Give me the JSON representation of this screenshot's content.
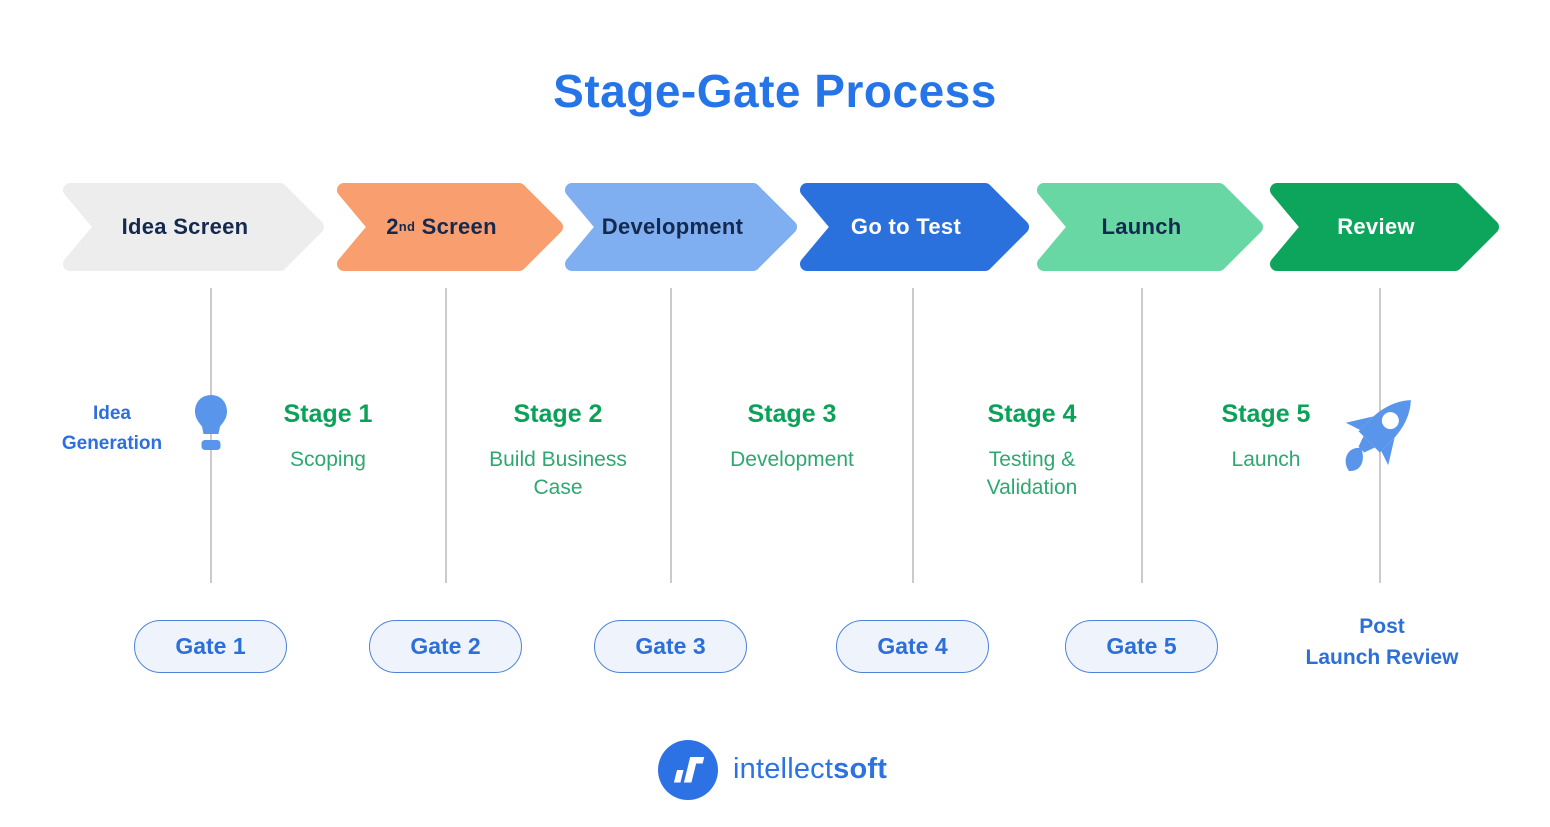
{
  "title": "Stage-Gate Process",
  "theme": {
    "title_color": "#2575E9",
    "dark_text": "#13294E",
    "accent_blue": "#2D6FD9",
    "stage_green": "#0AA159",
    "stage_sub_green": "#2EA871",
    "icon_blue": "#5A95EC",
    "line_gray": "#CBCBCB",
    "gate_fill": "#EFF4FC",
    "gate_border": "#4D82DC",
    "background": "#FFFFFF"
  },
  "pipeline": {
    "arrows": [
      {
        "label": "Idea Screen",
        "fill": "#EDEDED",
        "text_color": "#13294E"
      },
      {
        "label_prefix": "2",
        "label_sup": "nd",
        "label_rest": " Screen",
        "fill": "#F99E6E",
        "text_color": "#13294E"
      },
      {
        "label": "Development",
        "fill": "#80AFF1",
        "text_color": "#13294E"
      },
      {
        "label": "Go to Test",
        "fill": "#2B71DE",
        "text_color": "#FFFFFF"
      },
      {
        "label": "Launch",
        "fill": "#69D7A4",
        "text_color": "#13294E"
      },
      {
        "label": "Review",
        "fill": "#0CA55B",
        "text_color": "#FFFFFF"
      }
    ]
  },
  "idea_generation": {
    "label": "Idea\nGeneration",
    "icon": "lightbulb-icon"
  },
  "stages": [
    {
      "name": "Stage 1",
      "description": "Scoping"
    },
    {
      "name": "Stage 2",
      "description": "Build Business\nCase"
    },
    {
      "name": "Stage 3",
      "description": "Development"
    },
    {
      "name": "Stage 4",
      "description": "Testing &\nValidation"
    },
    {
      "name": "Stage 5",
      "description": "Launch",
      "icon": "rocket-icon"
    }
  ],
  "gates": [
    {
      "label": "Gate 1"
    },
    {
      "label": "Gate 2"
    },
    {
      "label": "Gate 3"
    },
    {
      "label": "Gate 4"
    },
    {
      "label": "Gate 5"
    }
  ],
  "post_launch_review": {
    "label": "Post\nLaunch Review"
  },
  "footer": {
    "logo": "intellectsoft-logo",
    "brand_regular": "intellect",
    "brand_bold": "soft",
    "brand_color": "#2D72E4"
  }
}
